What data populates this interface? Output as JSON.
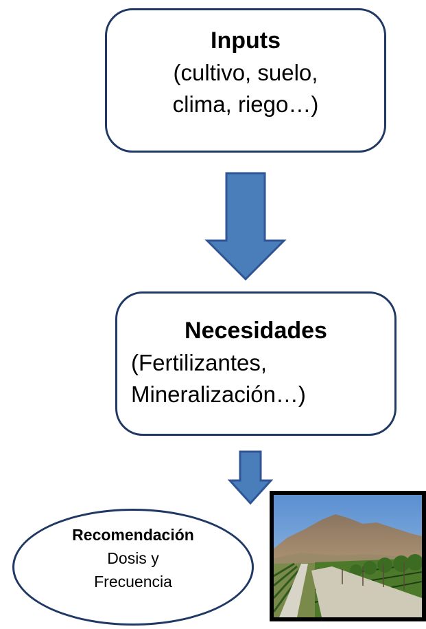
{
  "inputs_box": {
    "title": "Inputs",
    "line1": "(cultivo, suelo,",
    "line2": "clima, riego…)"
  },
  "necesidades_box": {
    "title": "Necesidades",
    "line1": "(Fertilizantes,",
    "line2": "Mineralización…)"
  },
  "recomendacion": {
    "title": "Recomendación",
    "line1": "Dosis y",
    "line2": "Frecuencia"
  },
  "colors": {
    "box_border": "#1f3864",
    "arrow_fill": "#4a7ebb",
    "arrow_stroke": "#2f5597"
  },
  "photo_icon": "vineyard-photo"
}
